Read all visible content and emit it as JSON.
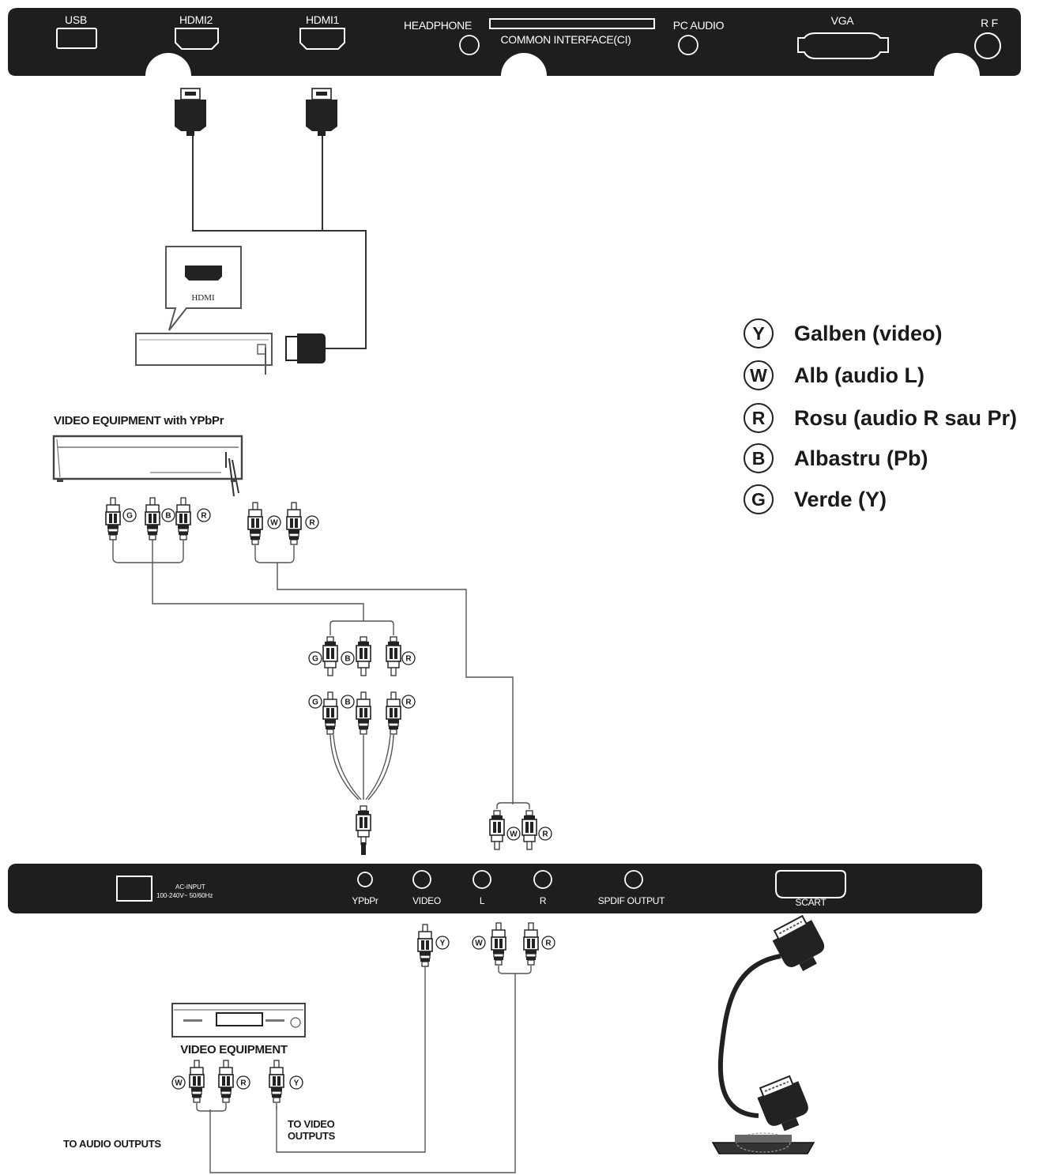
{
  "top_panel": {
    "ports": {
      "usb": "USB",
      "hdmi2": "HDMI2",
      "hdmi1": "HDMI1",
      "headphone": "HEADPHONE",
      "common_interface": "COMMON INTERFACE(CI)",
      "pc_audio": "PC AUDIO",
      "vga": "VGA",
      "rf": "R F"
    }
  },
  "hdmi_device": {
    "callout_label": "HDMI"
  },
  "ypbpr_device": {
    "title": "VIDEO EQUIPMENT with YPbPr"
  },
  "bottom_panel": {
    "ac_input_line1": "AC-INPUT",
    "ac_input_line2": "100-240V~ 50/60Hz",
    "ports": {
      "ypbpr": "YPbPr",
      "video": "VIDEO",
      "l": "L",
      "r": "R",
      "spdif": "SPDIF OUTPUT",
      "scart": "SCART"
    }
  },
  "video_equipment": {
    "title": "VIDEO EQUIPMENT",
    "to_audio_outputs": "TO AUDIO OUTPUTS",
    "to_video_outputs_line1": "TO VIDEO",
    "to_video_outputs_line2": "OUTPUTS"
  },
  "connector_letters": {
    "g": "G",
    "b": "B",
    "r": "R",
    "w": "W",
    "y": "Y"
  },
  "legend": [
    {
      "letter": "Y",
      "label": "Galben (video)"
    },
    {
      "letter": "W",
      "label": "Alb (audio L)"
    },
    {
      "letter": "R",
      "label": "Rosu (audio R sau Pr)"
    },
    {
      "letter": "B",
      "label": "Albastru (Pb)"
    },
    {
      "letter": "G",
      "label": "Verde (Y)"
    }
  ]
}
